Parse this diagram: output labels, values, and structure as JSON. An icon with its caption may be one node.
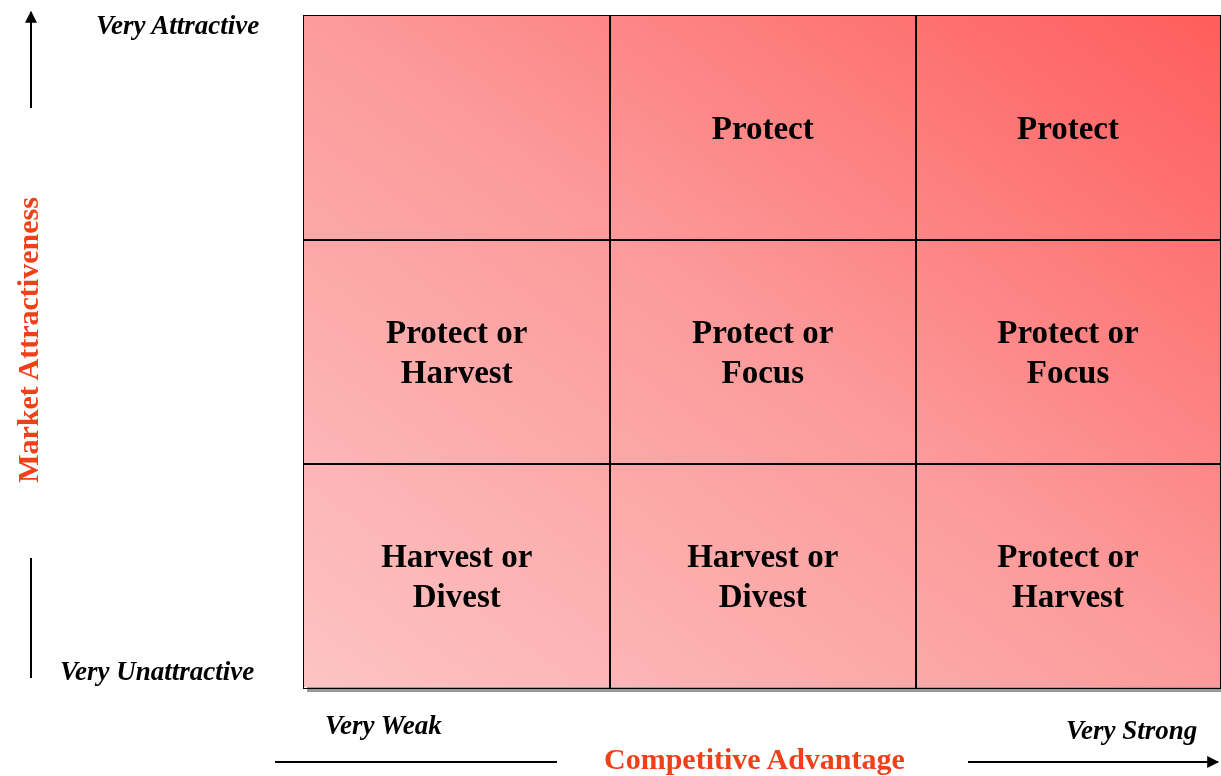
{
  "diagram": {
    "nodes": [
      {
        "text": [],
        "shape": "box"
      },
      {
        "text": [
          "Protect"
        ]
      },
      {
        "text": [
          "Protect"
        ]
      },
      {
        "text": [
          "Protect or Harvest"
        ]
      },
      {
        "text": [
          "Protect or Focus"
        ]
      },
      {
        "text": [
          "Protect or Focus"
        ]
      },
      {
        "text": [
          "Harvest or Divest"
        ]
      },
      {
        "text": [
          "Harvest or Divest"
        ]
      },
      {
        "text": [
          "Protect or Harvest"
        ]
      }
    ],
    "labels": [
      "Very Attractive",
      "Market Attractiveness",
      "Very Unattractive",
      "Very Weak",
      "Very Strong",
      "Competitive Advantage"
    ]
  }
}
